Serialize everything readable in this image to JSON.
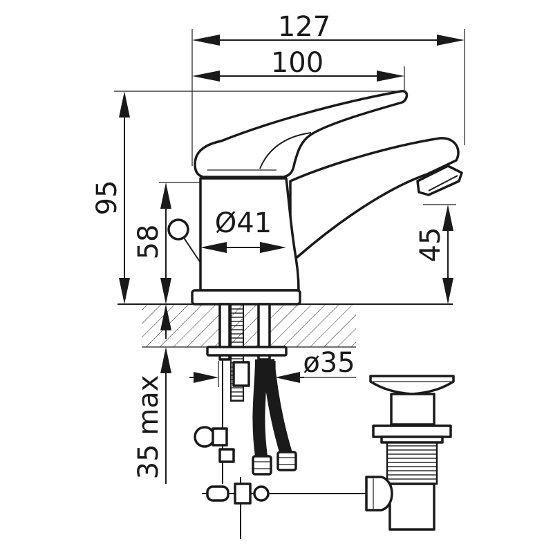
{
  "drawing": {
    "dimensions": {
      "overall_width": "127",
      "handle_width": "100",
      "total_height": "95",
      "body_height": "58",
      "body_diameter": "Ø41",
      "spout_height": "45",
      "hole_diameter": "ø35",
      "max_thickness": "35 max"
    }
  }
}
